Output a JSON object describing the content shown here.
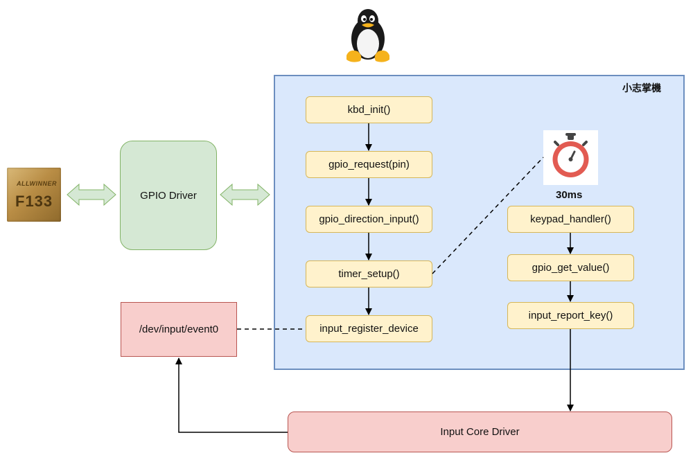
{
  "chip": {
    "brand": "ALLWINNER",
    "model": "F133"
  },
  "gpio_driver": {
    "label": "GPIO Driver"
  },
  "container": {
    "title": "小志掌機"
  },
  "init_steps": [
    "kbd_init()",
    "gpio_request(pin)",
    "gpio_direction_input()",
    "timer_setup()",
    "input_register_device"
  ],
  "timer": {
    "label": "30ms",
    "icon": "stopwatch-icon"
  },
  "handler_steps": [
    "keypad_handler()",
    "gpio_get_value()",
    "input_report_key()"
  ],
  "device_node": {
    "label": "/dev/input/event0"
  },
  "input_core": {
    "label": "Input Core Driver"
  },
  "os_icon": "linux-penguin-icon",
  "colors": {
    "container_fill": "#dae8fc",
    "container_border": "#6c8ebf",
    "step_fill": "#fff2cc",
    "step_border": "#d6b656",
    "gpio_fill": "#d5e8d4",
    "gpio_border": "#82b366",
    "core_fill": "#f8cecc",
    "core_border": "#b85450"
  }
}
